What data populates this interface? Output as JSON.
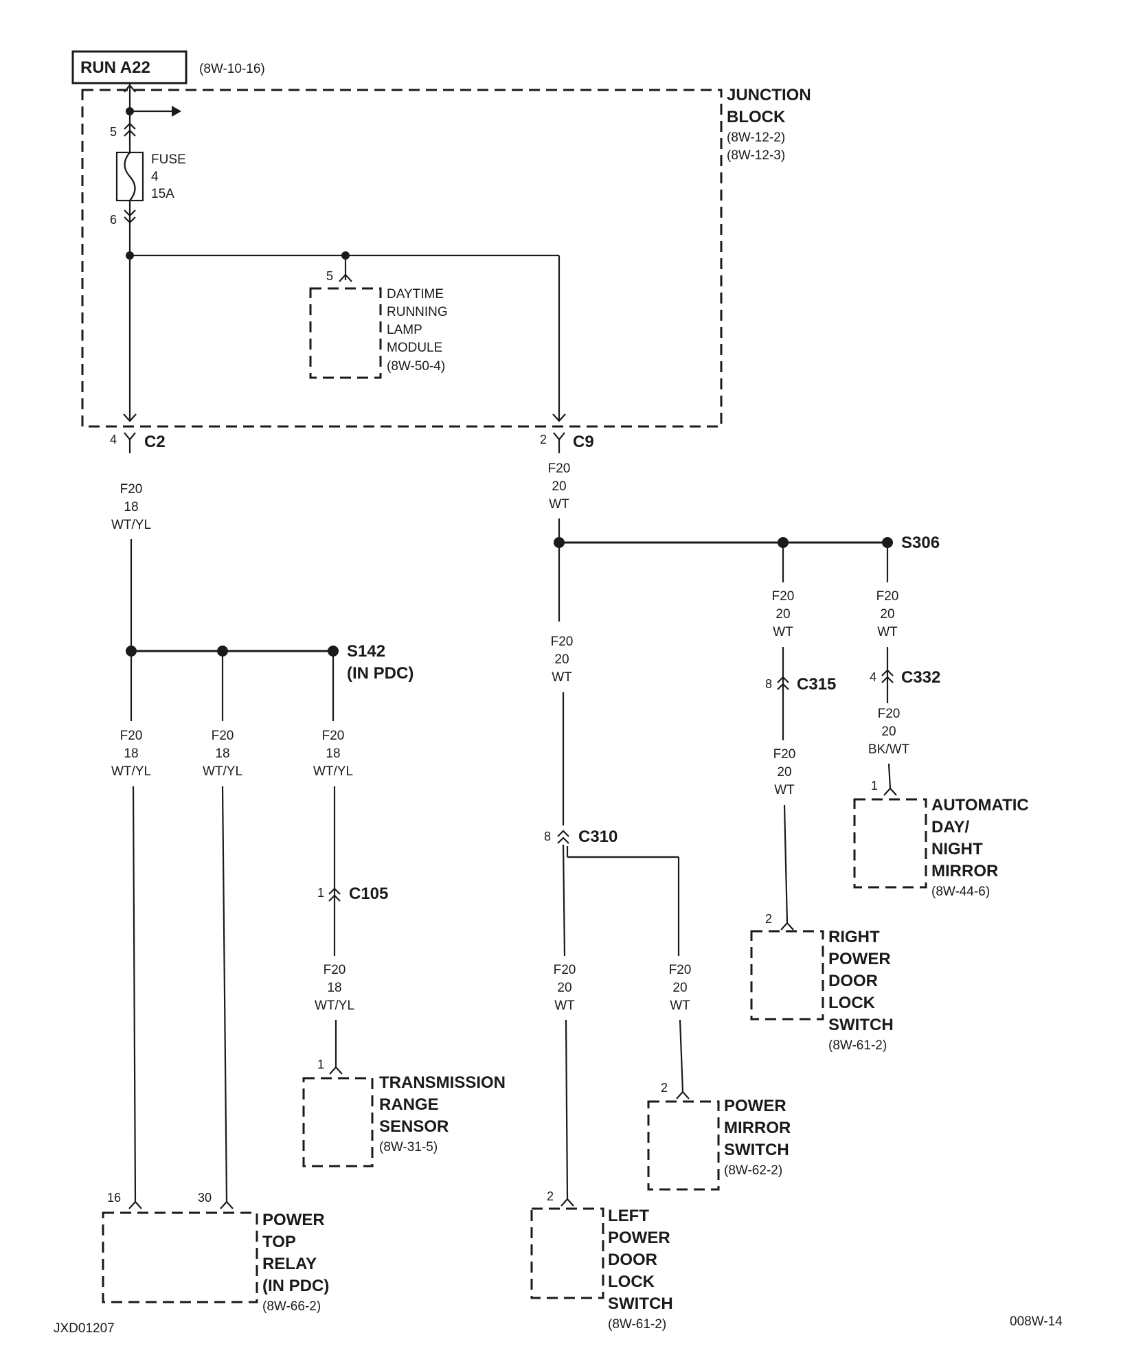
{
  "run": {
    "label": "RUN A22",
    "ref": "(8W-10-16)"
  },
  "junction_block": {
    "title_line1": "JUNCTION",
    "title_line2": "BLOCK",
    "ref1": "(8W-12-2)",
    "ref2": "(8W-12-3)"
  },
  "fuse": {
    "label": "FUSE",
    "number": "4",
    "rating": "15A",
    "pin_in": "5",
    "pin_out": "6"
  },
  "drl": {
    "pin": "5",
    "line1": "DAYTIME",
    "line2": "RUNNING",
    "line3": "LAMP",
    "line4": "MODULE",
    "ref": "(8W-50-4)"
  },
  "c2": {
    "name": "C2",
    "pin": "4"
  },
  "c9": {
    "name": "C9",
    "pin": "2"
  },
  "wire_main_left": {
    "circuit": "F20",
    "gauge": "18",
    "color": "WT/YL"
  },
  "wire_main_right": {
    "circuit": "F20",
    "gauge": "20",
    "color": "WT"
  },
  "s142": {
    "name": "S142",
    "note": "(IN PDC)"
  },
  "s306": {
    "name": "S306"
  },
  "wire_relay16": {
    "circuit": "F20",
    "gauge": "18",
    "color": "WT/YL"
  },
  "wire_relay30": {
    "circuit": "F20",
    "gauge": "18",
    "color": "WT/YL"
  },
  "wire_trs_upper": {
    "circuit": "F20",
    "gauge": "18",
    "color": "WT/YL"
  },
  "wire_trs_lower": {
    "circuit": "F20",
    "gauge": "18",
    "color": "WT/YL"
  },
  "c105": {
    "name": "C105",
    "pin": "1"
  },
  "trs": {
    "pin": "1",
    "line1": "TRANSMISSION",
    "line2": "RANGE",
    "line3": "SENSOR",
    "ref": "(8W-31-5)"
  },
  "relay": {
    "pin_a": "16",
    "pin_b": "30",
    "line1": "POWER",
    "line2": "TOP",
    "line3": "RELAY",
    "line4": "(IN PDC)",
    "ref": "(8W-66-2)"
  },
  "wire_c310_upper": {
    "circuit": "F20",
    "gauge": "20",
    "color": "WT"
  },
  "c310": {
    "name": "C310",
    "pin": "8"
  },
  "wire_lpdl": {
    "circuit": "F20",
    "gauge": "20",
    "color": "WT"
  },
  "wire_pms": {
    "circuit": "F20",
    "gauge": "20",
    "color": "WT"
  },
  "lpdl": {
    "pin": "2",
    "line1": "LEFT",
    "line2": "POWER",
    "line3": "DOOR",
    "line4": "LOCK",
    "line5": "SWITCH",
    "ref": "(8W-61-2)"
  },
  "pms": {
    "pin": "2",
    "line1": "POWER",
    "line2": "MIRROR",
    "line3": "SWITCH",
    "ref": "(8W-62-2)"
  },
  "wire_c315_upper": {
    "circuit": "F20",
    "gauge": "20",
    "color": "WT"
  },
  "c315": {
    "name": "C315",
    "pin": "8"
  },
  "wire_c315_lower": {
    "circuit": "F20",
    "gauge": "20",
    "color": "WT"
  },
  "rpdl": {
    "pin": "2",
    "line1": "RIGHT",
    "line2": "POWER",
    "line3": "DOOR",
    "line4": "LOCK",
    "line5": "SWITCH",
    "ref": "(8W-61-2)"
  },
  "wire_c332_upper": {
    "circuit": "F20",
    "gauge": "20",
    "color": "WT"
  },
  "c332": {
    "name": "C332",
    "pin": "4"
  },
  "wire_c332_lower": {
    "circuit": "F20",
    "gauge": "20",
    "color": "BK/WT"
  },
  "adnm": {
    "pin": "1",
    "line1": "AUTOMATIC",
    "line2": "DAY/",
    "line3": "NIGHT",
    "line4": "MIRROR",
    "ref": "(8W-44-6)"
  },
  "footer": {
    "left": "JXD01207",
    "right": "008W-14"
  }
}
